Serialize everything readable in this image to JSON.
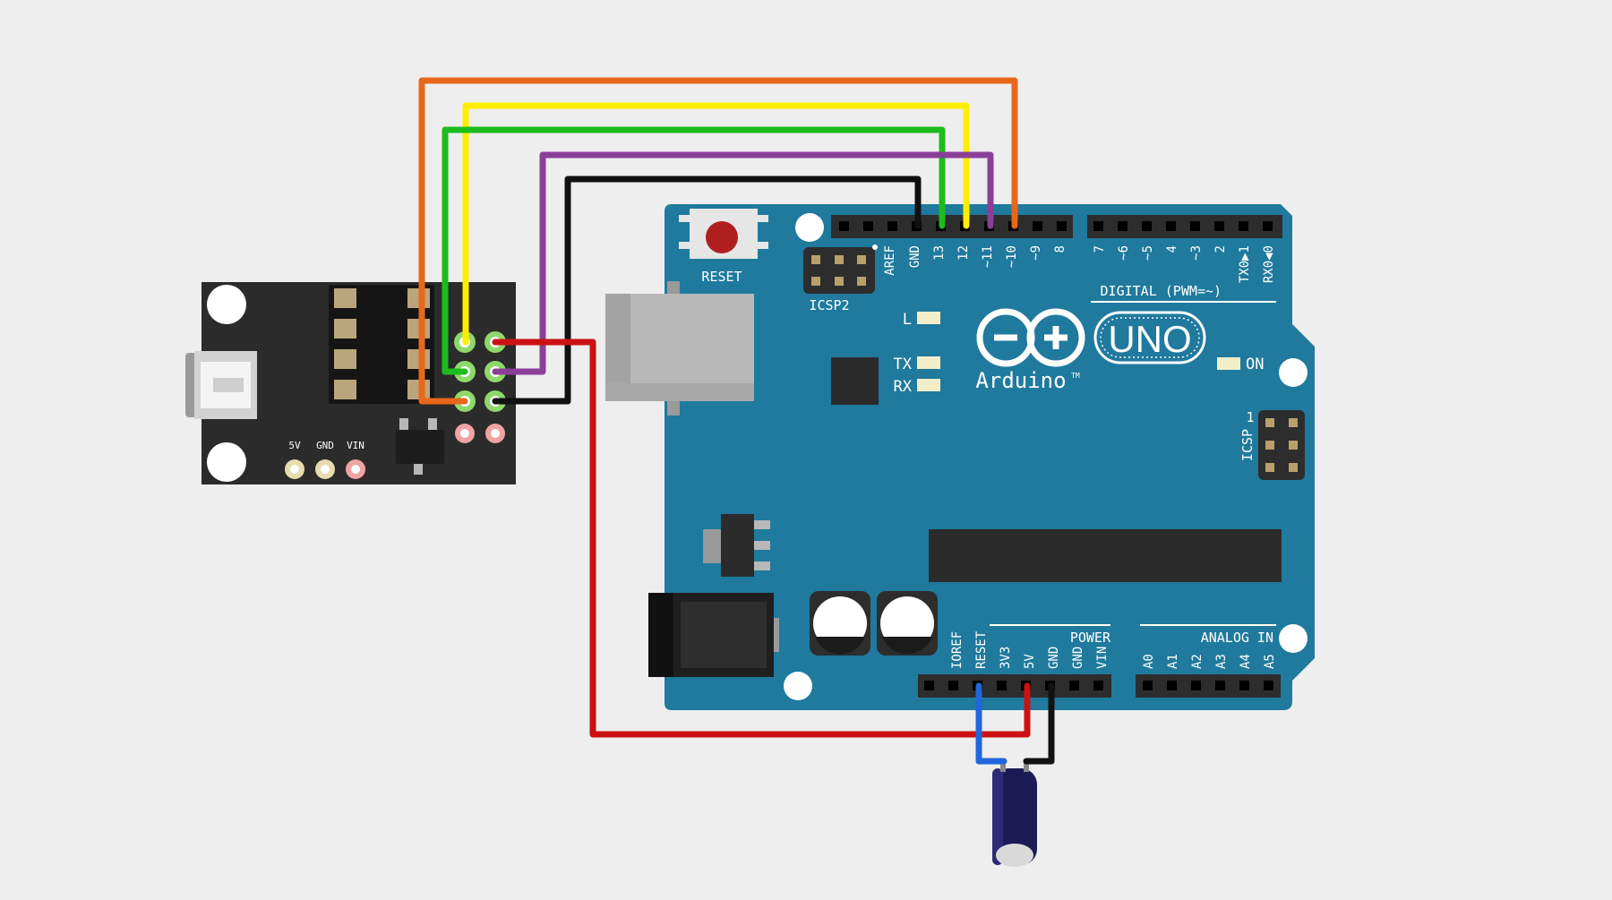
{
  "colors": {
    "background": "#eeeeee",
    "board": "#1f7a9e",
    "board_dark": "#17627f",
    "programmer": "#2b2b2b",
    "wire_orange": "#e8671a",
    "wire_yellow": "#ffee00",
    "wire_green": "#1dbb1d",
    "wire_purple": "#8b3f99",
    "wire_black": "#111111",
    "wire_red": "#cc1111",
    "wire_blue": "#2266dd",
    "capacitor": "#1b1a55"
  },
  "uno": {
    "reset_label": "RESET",
    "icsp2_label": "ICSP2",
    "icsp_label": "ICSP",
    "icsp_pin1": "1",
    "led_l": "L",
    "led_tx": "TX",
    "led_rx": "RX",
    "led_on": "ON",
    "uno_logo": "UNO",
    "brand": "Arduino",
    "tm": "TM",
    "digital_label": "DIGITAL (PWM=~)",
    "power_label": "POWER",
    "analog_label": "ANALOG IN",
    "digital_pins_left": [
      "AREF",
      "GND",
      "13",
      "12",
      "~11",
      "~10",
      "~9",
      "8"
    ],
    "digital_pins_right": [
      "7",
      "~6",
      "~5",
      "4",
      "~3",
      "2",
      "TX0▶1",
      "RX0◀0"
    ],
    "power_pins": [
      "IOREF",
      "RESET",
      "3V3",
      "5V",
      "GND",
      "GND",
      "VIN"
    ],
    "analog_pins": [
      "A0",
      "A1",
      "A2",
      "A3",
      "A4",
      "A5"
    ]
  },
  "programmer": {
    "pin_5v": "5V",
    "pin_gnd": "GND",
    "pin_vin": "VIN"
  },
  "icons": {
    "usb_port": "usb-b-connector-icon",
    "micro_usb": "micro-usb-connector-icon",
    "barrel_jack": "dc-barrel-jack-icon"
  }
}
